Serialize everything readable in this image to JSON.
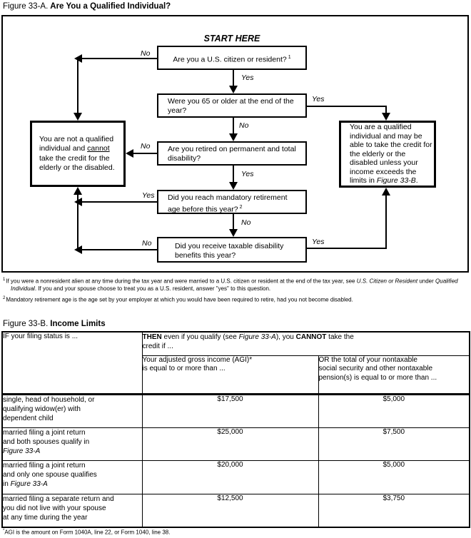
{
  "figure_a": {
    "label": "Figure 33-A.",
    "title": "Are You a Qualified Individual?",
    "start_here": "START HERE",
    "yes": "Yes",
    "no": "No",
    "q1": {
      "text": "Are you a U.S. citizen or resident?",
      "footnote_ref": "1"
    },
    "q2": {
      "line1": "Were you 65 or older at the end of the",
      "line2": "year?"
    },
    "q3": {
      "line1": "Are you retired on permanent and total",
      "line2": "disability?"
    },
    "q4": {
      "line1": "Did you reach mandatory retirement",
      "line2": "age before this year?",
      "footnote_ref": "2"
    },
    "q5": {
      "line1": "Did you receive taxable disability",
      "line2": "benefits this year?"
    },
    "not_qualified": {
      "pre": "You are not a qualified individual and ",
      "underline": "cannot",
      "post": " take the credit for the elderly or the disabled."
    },
    "qualified": {
      "pre": "You are a qualified individual and may be able to take the credit for the elderly or the disabled unless your income exceeds the limits in ",
      "italic": "Figure 33-B",
      "post": "."
    }
  },
  "footnotes": {
    "fn1": {
      "marker": "1",
      "p1": "If you were a nonresident alien at any time during the tax year and were married to a U.S. citizen or resident at the end of the tax year, see ",
      "i1": "U.S. Citizen or Resident",
      "p2": " under ",
      "i2": "Qualified Individual",
      "p3": ". If you and your spouse choose to treat you as a U.S. resident, answer \"yes\" to this question."
    },
    "fn2": {
      "marker": "2",
      "text": "Mandatory retirement age is the age set by your employer at which you would have been required to retire, had you not become disabled."
    }
  },
  "figure_b": {
    "label": "Figure 33-B.",
    "title": "Income Limits",
    "header": {
      "filing_status": "IF your filing status is ...",
      "then": {
        "b1": "THEN",
        "t1": " even if you qualify (see ",
        "i1": "Figure 33-A",
        "t2": "), you ",
        "b2": "CANNOT",
        "t3": " take the"
      },
      "then_line2": "credit if ...",
      "agi_lines": [
        "Your adjusted gross income (AGI)*",
        "is equal to or more than ..."
      ],
      "pension_lines": [
        "OR the total of your nontaxable",
        "social security and other nontaxable",
        "pension(s) is equal to or more than ..."
      ]
    },
    "rows": [
      {
        "lines": [
          "single, head of household, or",
          "qualifying widow(er) with",
          "dependent child"
        ],
        "agi": "$17,500",
        "pension": "$5,000"
      },
      {
        "lines": [
          "married filing a joint return",
          "and both spouses qualify in"
        ],
        "line3_pre": "",
        "line3_italic": "Figure 33-A",
        "agi": "$25,000",
        "pension": "$7,500"
      },
      {
        "lines": [
          "married filing a joint return",
          "and only one spouse qualifies"
        ],
        "line3_pre": "in ",
        "line3_italic": "Figure 33-A",
        "agi": "$20,000",
        "pension": "$5,000"
      },
      {
        "lines": [
          "married filing a separate return and",
          "you did not live with your spouse",
          "at any time during the year"
        ],
        "agi": "$12,500",
        "pension": "$3,750"
      }
    ],
    "footnote": {
      "marker": "*",
      "text": "AGI is the amount on Form 1040A, line 22, or Form 1040, line 38."
    }
  }
}
